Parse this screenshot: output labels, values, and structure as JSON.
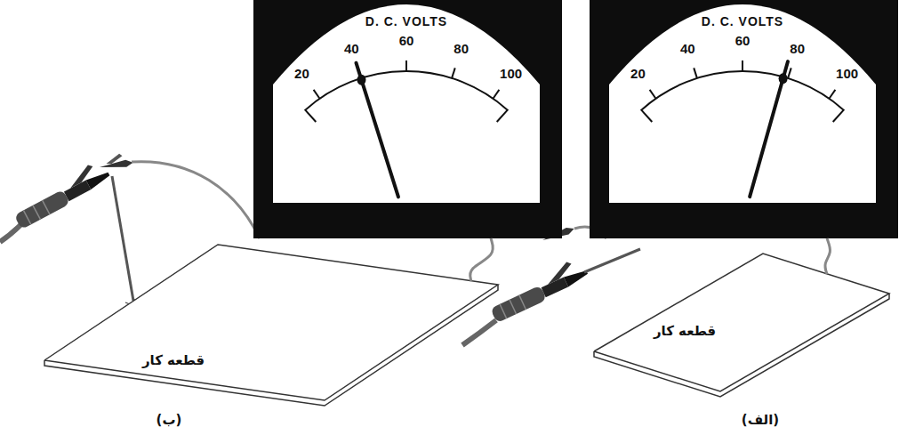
{
  "diagram": {
    "nodes": [
      {
        "text": [
          "D. C. VOLTS",
          "20",
          "40",
          "60",
          "80",
          "100"
        ]
      },
      {
        "text": [
          "قطعه کار"
        ]
      },
      {
        "text": [
          "D. C. VOLTS",
          "20",
          "40",
          "60",
          "80",
          "100"
        ]
      },
      {
        "text": [
          "قطعه کار"
        ]
      }
    ],
    "edges": [
      {
        "from": 0,
        "to": 1,
        "arrow": "none"
      },
      {
        "from": 2,
        "to": 3,
        "arrow": "none"
      }
    ],
    "labels": [
      "(الف)",
      "(ب)"
    ]
  }
}
